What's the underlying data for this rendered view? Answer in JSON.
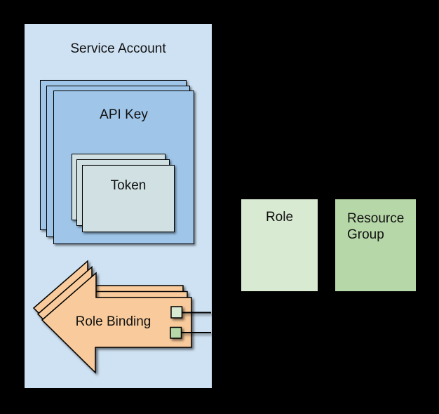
{
  "colors": {
    "background": "#000000",
    "service_account_fill": "#cfe2f3",
    "api_key_fill": "#9fc5e8",
    "token_fill": "#d0e0e3",
    "role_binding_fill": "#f9cb9c",
    "role_fill": "#d9ead3",
    "resource_group_fill": "#b6d7a8",
    "outline": "#000000",
    "text": "#111111"
  },
  "diagram": {
    "service_account": {
      "label": "Service Account"
    },
    "api_key": {
      "label": "API Key",
      "stack_count": 3
    },
    "token": {
      "label": "Token",
      "stack_count": 3
    },
    "role_binding": {
      "label": "Role Binding",
      "stack_count": 3,
      "chips": [
        {
          "name": "role-chip",
          "color": "#d9ead3"
        },
        {
          "name": "resource-group-chip",
          "color": "#b6d7a8"
        }
      ]
    },
    "role": {
      "label": "Role"
    },
    "resource_group": {
      "label": "Resource Group"
    }
  }
}
